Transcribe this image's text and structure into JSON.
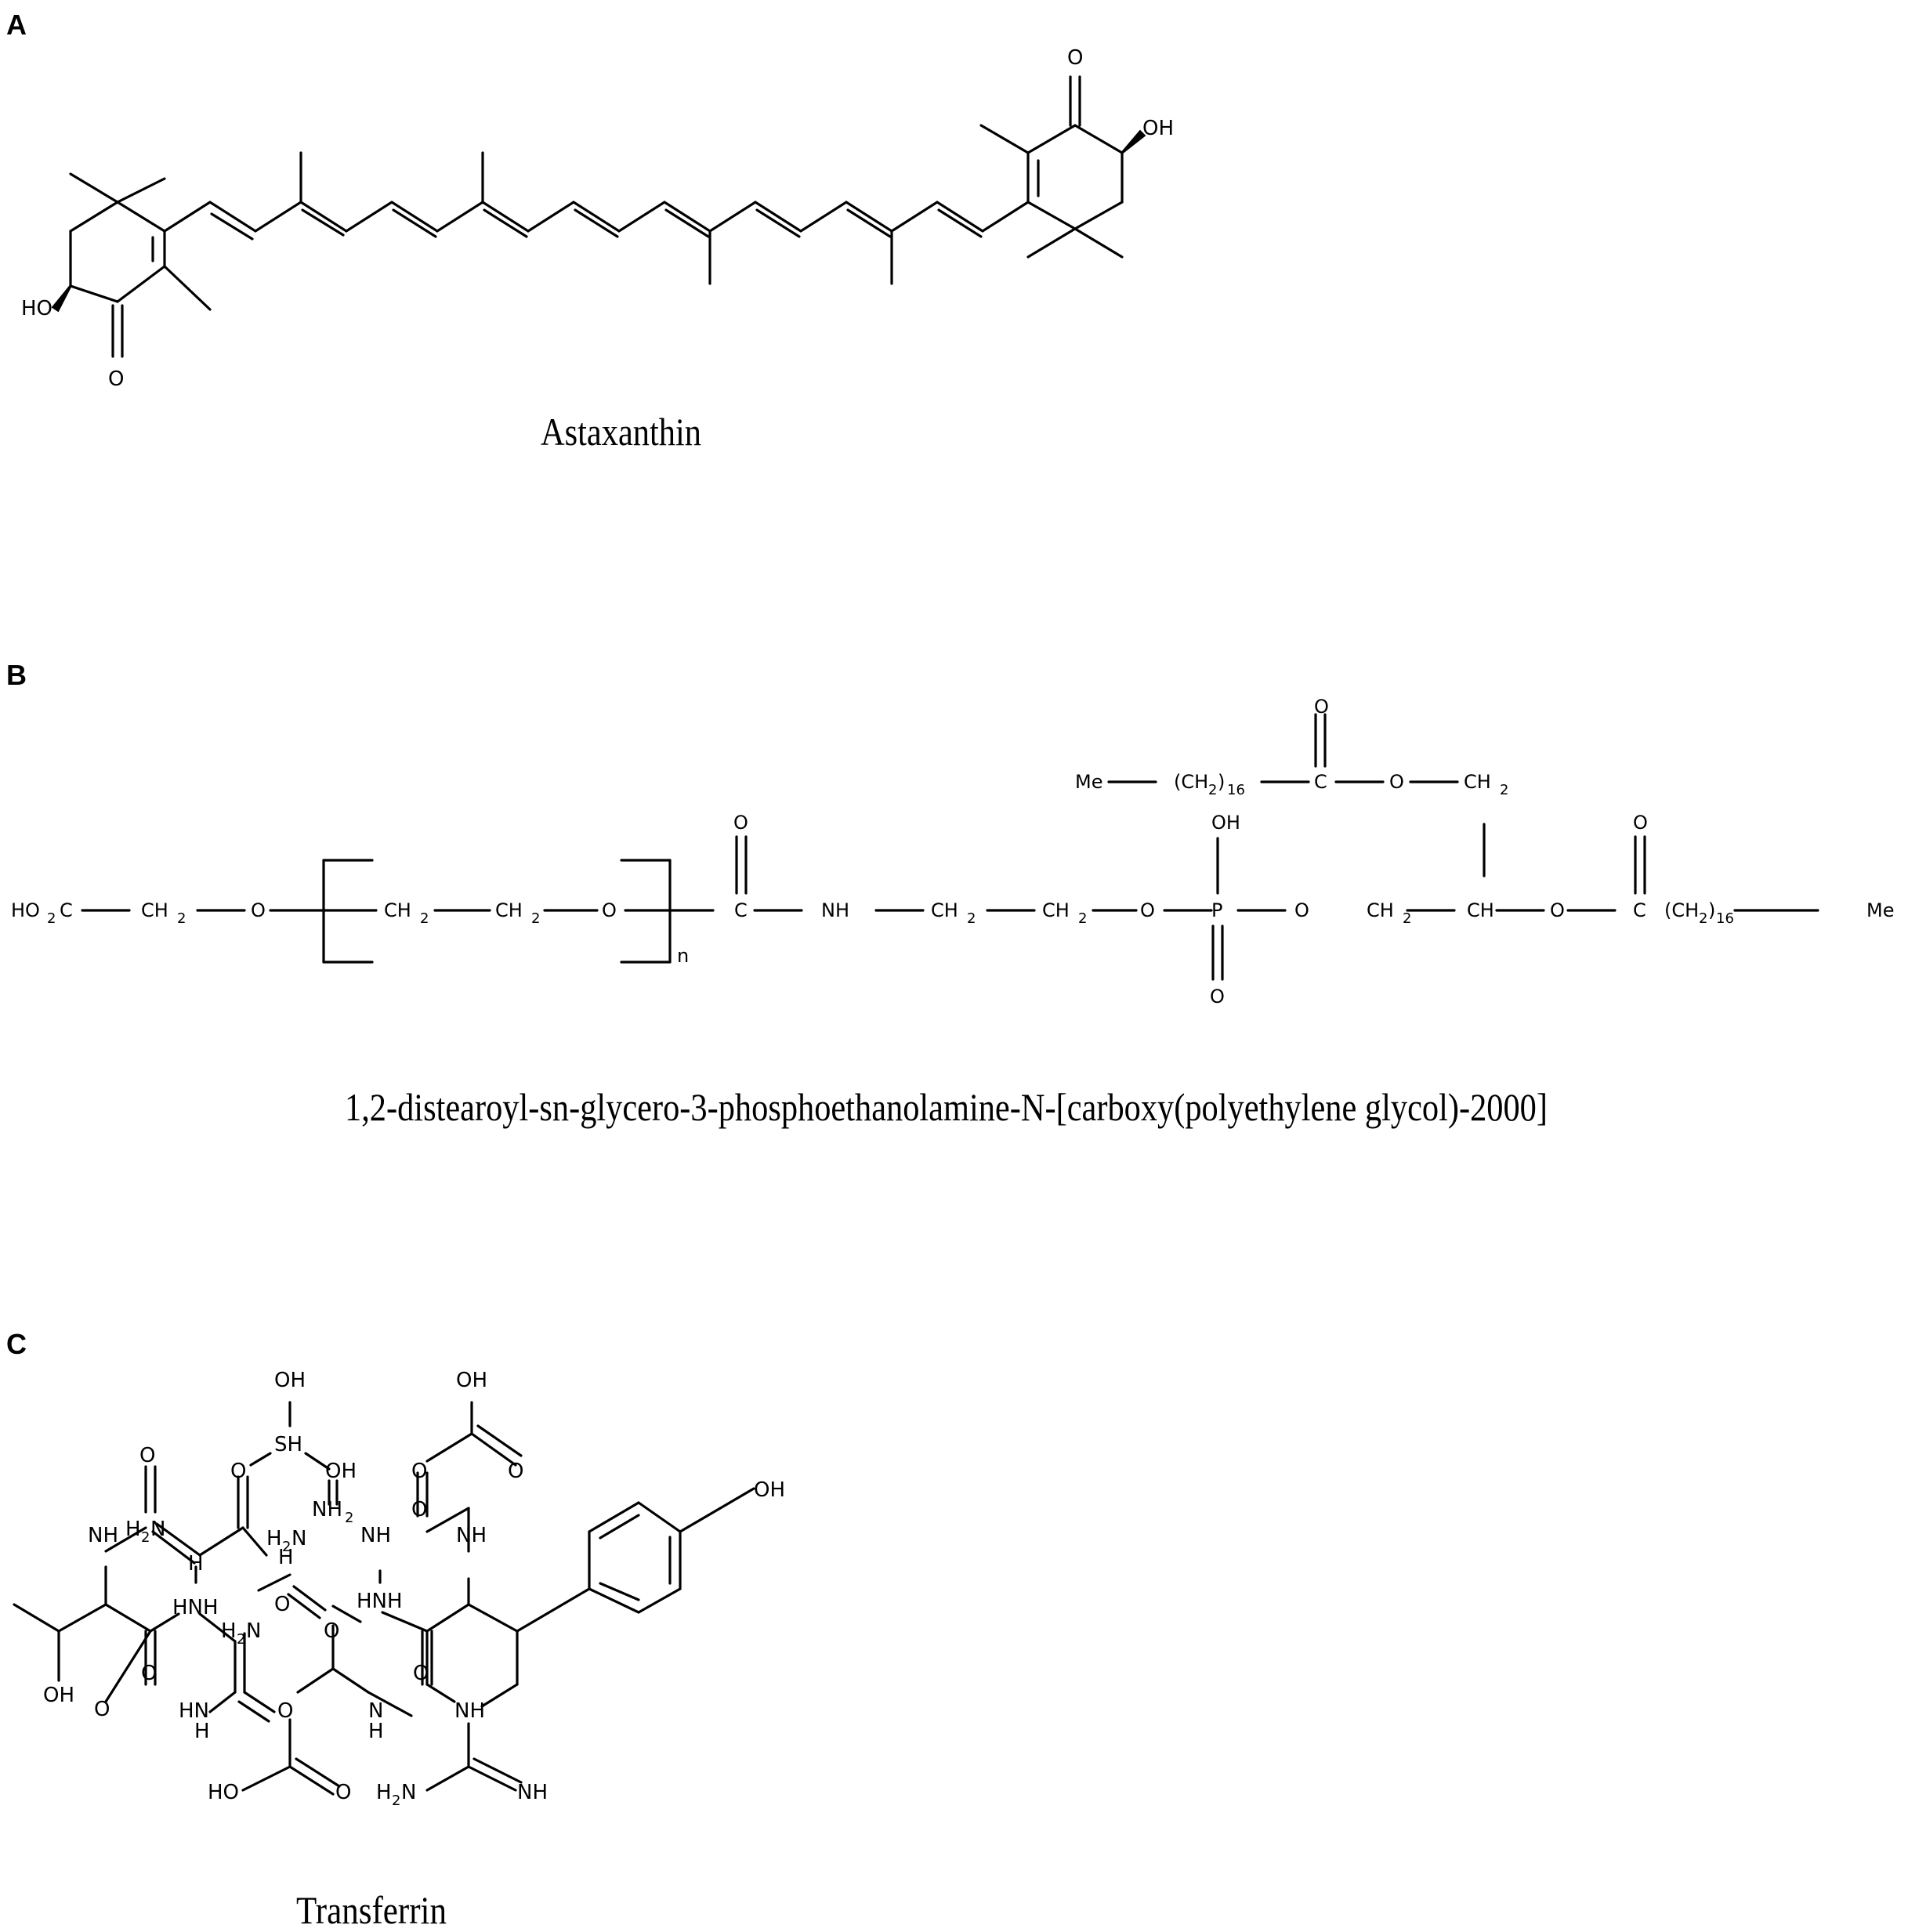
{
  "panels": [
    {
      "letter": "A",
      "caption": "Astaxanthin"
    },
    {
      "letter": "B",
      "caption": "1,2-distearoyl-sn-glycero-3-phosphoethanolamine-N-[carboxy(polyethylene glycol)-2000]"
    },
    {
      "letter": "C",
      "caption": "Transferrin"
    }
  ],
  "astaxanthin": {
    "atoms": {
      "ho": "HO",
      "o_left": "O",
      "o_right": "O",
      "oh": "OH"
    }
  },
  "dspe_peg": {
    "atoms": {
      "ho2c": "HO",
      "ho2c_sub": "2",
      "ho2c_c": "C",
      "ch2": "CH",
      "sub2": "2",
      "o": "O",
      "c": "C",
      "nh": "NH",
      "p": "P",
      "oh": "OH",
      "ch": "CH",
      "me": "Me",
      "ch2_paren": "(CH",
      "paren_close": ")",
      "sub16": "16",
      "repeat_n": "n"
    }
  },
  "transferrin": {
    "atoms": {
      "oh": "OH",
      "sh": "SH",
      "o": "O",
      "nh": "NH",
      "h": "H",
      "hnh": "HNH",
      "h2n": "H",
      "h2n_sub": "2",
      "h2n_n": "N",
      "nh2": "NH",
      "nh2_sub": "2",
      "n": "N",
      "hn": "HN",
      "ho": "HO"
    }
  }
}
